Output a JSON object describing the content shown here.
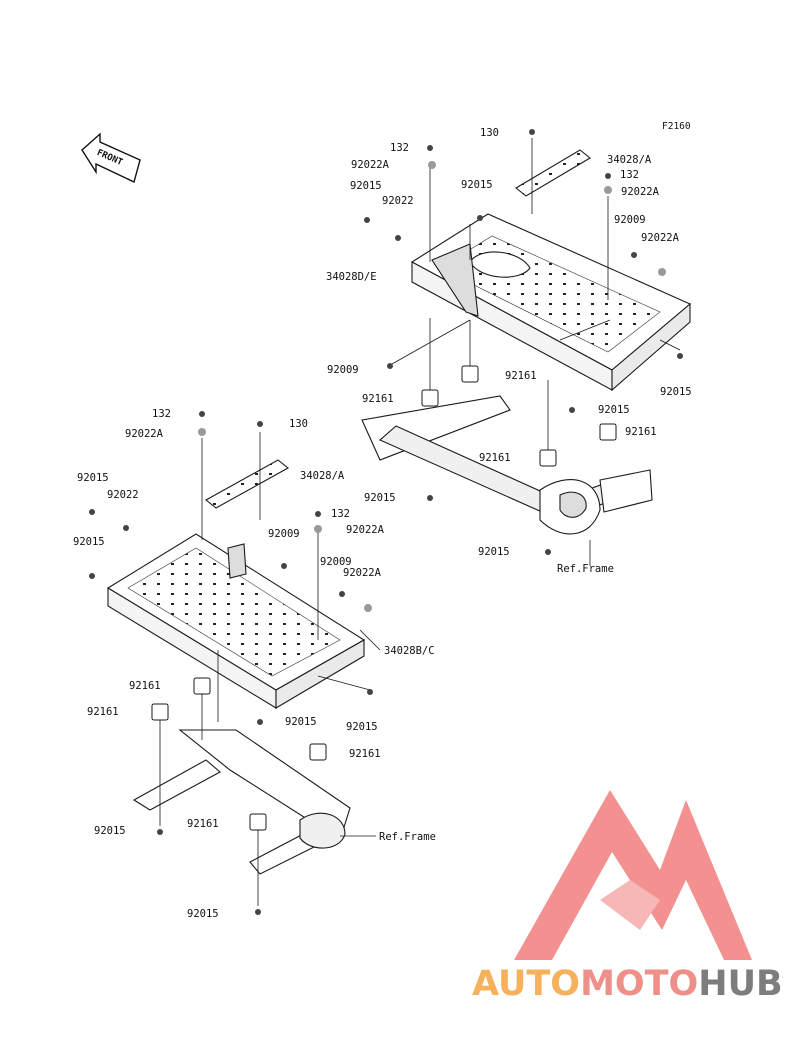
{
  "figure_code": "F2160",
  "front_label": "FRONT",
  "brand": {
    "part1": "AUTO",
    "part2": "MOTO",
    "part3": "HUB"
  },
  "colors": {
    "line": "#1a1a1a",
    "logo_red": "#ef6b6b",
    "logo_orange": "#f6b15c",
    "logo_gray": "#7d7d7d"
  },
  "callouts_upper": [
    "132",
    "130",
    "92022A",
    "34028/A",
    "132",
    "92022A",
    "92015",
    "92015",
    "92022",
    "92009",
    "92022A",
    "34028D/E",
    "92009",
    "92161",
    "92161",
    "92015",
    "92015",
    "92161",
    "92161",
    "92015",
    "92015",
    "Ref.Frame"
  ],
  "callouts_lower": [
    "132",
    "130",
    "92022A",
    "34028/A",
    "92015",
    "92022",
    "92015",
    "132",
    "92022A",
    "92009",
    "92009",
    "92022A",
    "34028B/C",
    "92161",
    "92161",
    "92015",
    "92015",
    "92161",
    "92015",
    "92161",
    "Ref.Frame",
    "92015"
  ]
}
